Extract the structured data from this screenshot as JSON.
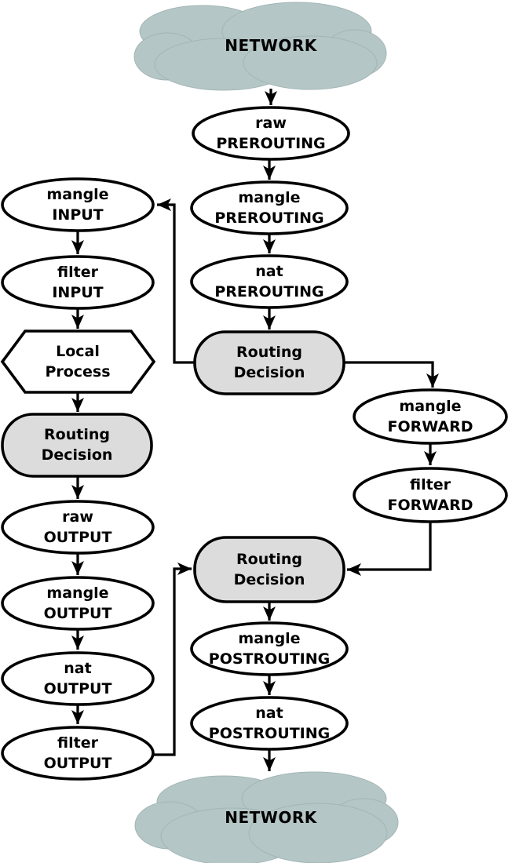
{
  "diagram": {
    "background": "#ffffff",
    "stroke_color": "#000000",
    "text_color": "#000000",
    "chain_fill": "#ffffff",
    "decision_fill": "#dcdcdc",
    "cloud": {
      "fill": "#b5c6c6",
      "top_label": "NETWORK",
      "bottom_label": "NETWORK"
    },
    "nodes": {
      "raw_prerouting": {
        "line1": "raw",
        "line2": "PREROUTING"
      },
      "mangle_prerouting": {
        "line1": "mangle",
        "line2": "PREROUTING"
      },
      "nat_prerouting": {
        "line1": "nat",
        "line2": "PREROUTING"
      },
      "mangle_input": {
        "line1": "mangle",
        "line2": "INPUT"
      },
      "filter_input": {
        "line1": "filter",
        "line2": "INPUT"
      },
      "local_process": {
        "line1": "Local",
        "line2": "Process"
      },
      "routing_decision_center": {
        "line1": "Routing",
        "line2": "Decision"
      },
      "routing_decision_left": {
        "line1": "Routing",
        "line2": "Decision"
      },
      "routing_decision_bottom": {
        "line1": "Routing",
        "line2": "Decision"
      },
      "raw_output": {
        "line1": "raw",
        "line2": "OUTPUT"
      },
      "mangle_output": {
        "line1": "mangle",
        "line2": "OUTPUT"
      },
      "nat_output": {
        "line1": "nat",
        "line2": "OUTPUT"
      },
      "filter_output": {
        "line1": "filter",
        "line2": "OUTPUT"
      },
      "mangle_forward": {
        "line1": "mangle",
        "line2": "FORWARD"
      },
      "filter_forward": {
        "line1": "filter",
        "line2": "FORWARD"
      },
      "mangle_postrouting": {
        "line1": "mangle",
        "line2": "POSTROUTING"
      },
      "nat_postrouting": {
        "line1": "nat",
        "line2": "POSTROUTING"
      }
    },
    "edges": [
      {
        "from": "network-top",
        "to": "raw-prerouting"
      },
      {
        "from": "raw-prerouting",
        "to": "mangle-prerouting"
      },
      {
        "from": "mangle-prerouting",
        "to": "nat-prerouting"
      },
      {
        "from": "nat-prerouting",
        "to": "routing-decision-center"
      },
      {
        "from": "routing-decision-center",
        "to": "mangle-input"
      },
      {
        "from": "routing-decision-center",
        "to": "mangle-forward"
      },
      {
        "from": "mangle-input",
        "to": "filter-input"
      },
      {
        "from": "filter-input",
        "to": "local-process"
      },
      {
        "from": "local-process",
        "to": "routing-decision-left"
      },
      {
        "from": "routing-decision-left",
        "to": "raw-output"
      },
      {
        "from": "raw-output",
        "to": "mangle-output"
      },
      {
        "from": "mangle-output",
        "to": "nat-output"
      },
      {
        "from": "nat-output",
        "to": "filter-output"
      },
      {
        "from": "filter-output",
        "to": "routing-decision-bottom"
      },
      {
        "from": "mangle-forward",
        "to": "filter-forward"
      },
      {
        "from": "filter-forward",
        "to": "routing-decision-bottom"
      },
      {
        "from": "routing-decision-bottom",
        "to": "mangle-postrouting"
      },
      {
        "from": "mangle-postrouting",
        "to": "nat-postrouting"
      },
      {
        "from": "nat-postrouting",
        "to": "network-bottom"
      }
    ]
  }
}
